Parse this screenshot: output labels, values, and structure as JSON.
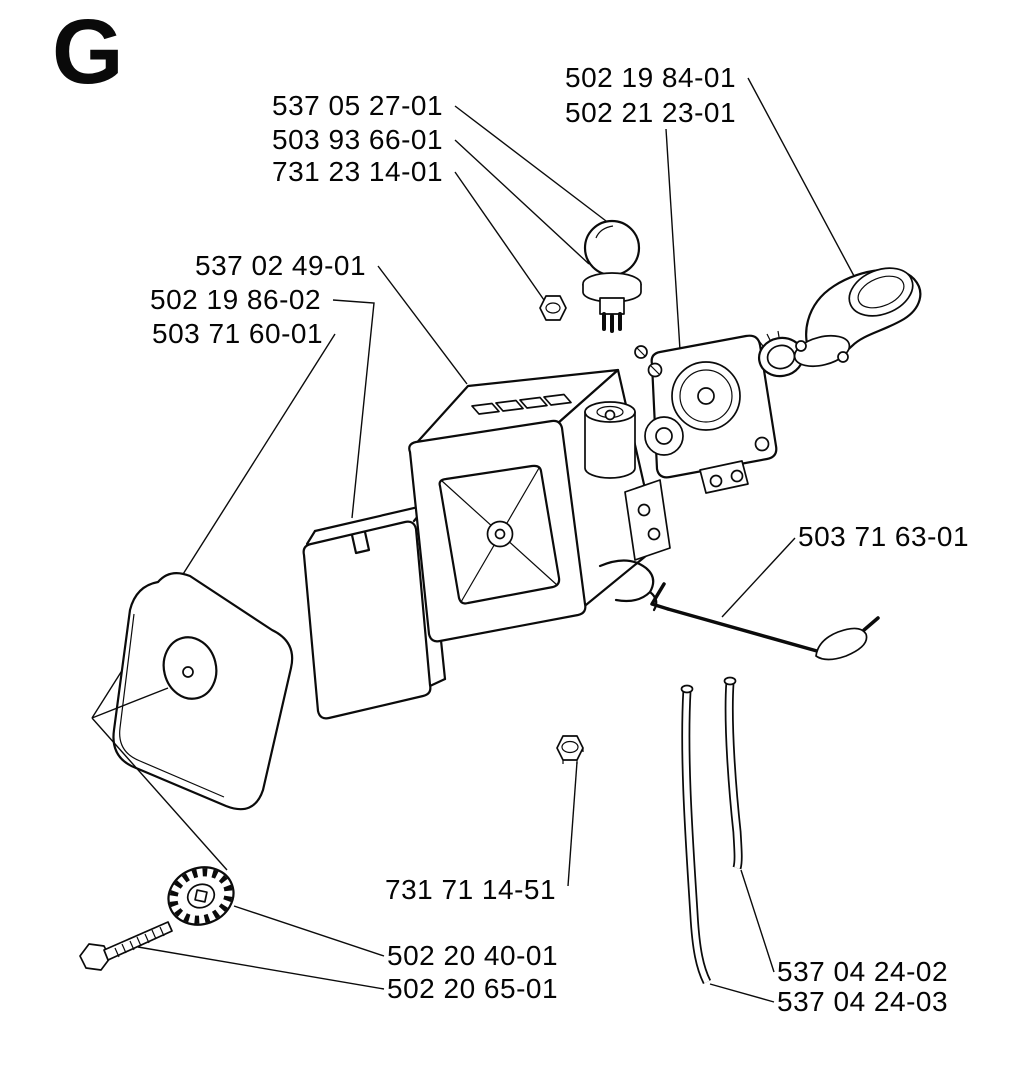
{
  "page": {
    "background": "#ffffff",
    "ink_color": "#0b0b0b"
  },
  "diagram": {
    "section_letter": "G",
    "type": "exploded-parts-diagram",
    "labels": [
      {
        "text": "537 05 27-01",
        "part": "primer-bulb"
      },
      {
        "text": "503 93 66-01",
        "part": "primer-base"
      },
      {
        "text": "731 23 14-01",
        "part": "nut-upper"
      },
      {
        "text": "502 19 84-01",
        "part": "intake-elbow"
      },
      {
        "text": "502 21 23-01",
        "part": "carburetor"
      },
      {
        "text": "537 02 49-01",
        "part": "filter-housing"
      },
      {
        "text": "502 19 86-02",
        "part": "foam-filter-element"
      },
      {
        "text": "503 71 60-01",
        "part": "air-filter-cover"
      },
      {
        "text": "503 71 63-01",
        "part": "throttle-rod"
      },
      {
        "text": "731 71 14-51",
        "part": "nut-lower"
      },
      {
        "text": "502 20 40-01",
        "part": "retainer-knob"
      },
      {
        "text": "502 20 65-01",
        "part": "cover-bolt"
      },
      {
        "text": "537 04 24-02",
        "part": "fuel-line-short"
      },
      {
        "text": "537 04 24-03",
        "part": "fuel-line-long"
      }
    ]
  }
}
